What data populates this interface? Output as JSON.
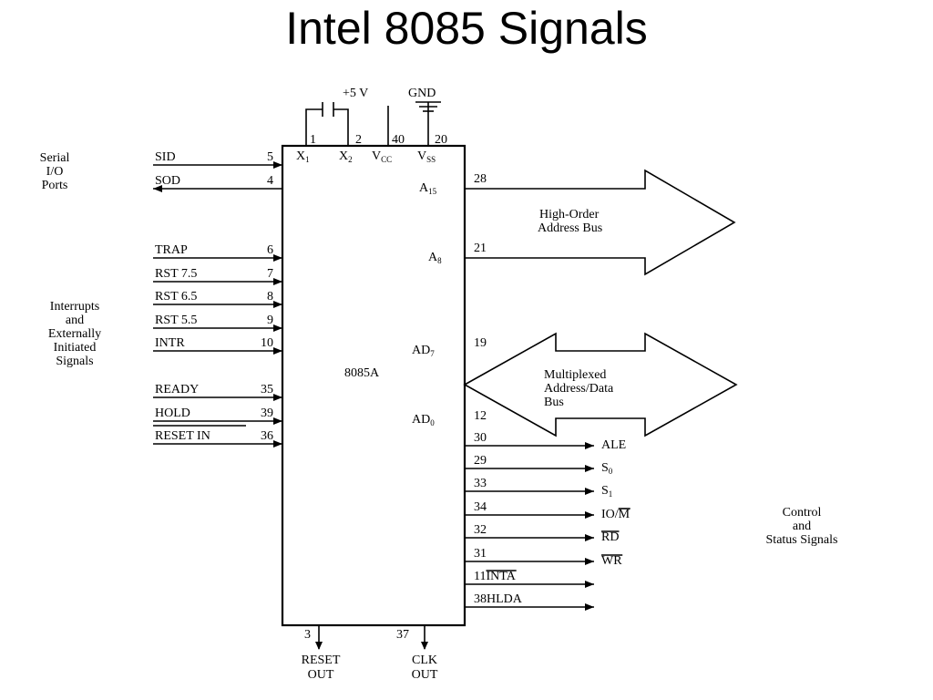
{
  "title": "Intel 8085 Signals",
  "chip": {
    "name": "8085A"
  },
  "power": {
    "vcc_label": "+5 V",
    "gnd_label": "GND"
  },
  "top_pins": [
    {
      "pin": "1",
      "name": "X",
      "sub": "1"
    },
    {
      "pin": "2",
      "name": "X",
      "sub": "2"
    },
    {
      "pin": "40",
      "name": "V",
      "sub": "CC"
    },
    {
      "pin": "20",
      "name": "V",
      "sub": "SS"
    }
  ],
  "left_pins": [
    {
      "name": "SID",
      "pin": "5",
      "dir": "in"
    },
    {
      "name": "SOD",
      "pin": "4",
      "dir": "out"
    },
    {
      "name": "TRAP",
      "pin": "6",
      "dir": "in"
    },
    {
      "name": "RST 7.5",
      "pin": "7",
      "dir": "in"
    },
    {
      "name": "RST 6.5",
      "pin": "8",
      "dir": "in"
    },
    {
      "name": "RST 5.5",
      "pin": "9",
      "dir": "in"
    },
    {
      "name": "INTR",
      "pin": "10",
      "dir": "in"
    },
    {
      "name": "READY",
      "pin": "35",
      "dir": "in"
    },
    {
      "name": "HOLD",
      "pin": "39",
      "dir": "in"
    },
    {
      "name": "RESET IN",
      "pin": "36",
      "dir": "in",
      "overline": true
    }
  ],
  "right_labels": {
    "a15": {
      "name": "A",
      "sub": "15",
      "pin": "28"
    },
    "a8": {
      "name": "A",
      "sub": "8",
      "pin": "21"
    },
    "ad7": {
      "name": "AD",
      "sub": "7",
      "pin": "19"
    },
    "ad0": {
      "name": "AD",
      "sub": "0",
      "pin": "12"
    }
  },
  "right_pins": [
    {
      "pin": "30",
      "name": "ALE"
    },
    {
      "pin": "29",
      "name": "S",
      "sub": "0"
    },
    {
      "pin": "33",
      "name": "S",
      "sub": "1"
    },
    {
      "pin": "34",
      "name": "IO/",
      "over": "M"
    },
    {
      "pin": "32",
      "name": "",
      "over": "RD"
    },
    {
      "pin": "31",
      "name": "",
      "over": "WR"
    },
    {
      "pin": "11",
      "name": "",
      "over": "INTA",
      "inline": true
    },
    {
      "pin": "38",
      "name": "HLDA",
      "inline": true
    }
  ],
  "bottom_pins": [
    {
      "pin": "3",
      "label1": "RESET",
      "label2": "OUT"
    },
    {
      "pin": "37",
      "label1": "CLK",
      "label2": "OUT"
    }
  ],
  "buses": {
    "high": {
      "line1": "High-Order",
      "line2": "Address Bus"
    },
    "mux": {
      "line1": "Multiplexed",
      "line2": "Address/Data",
      "line3": "Bus"
    }
  },
  "groups": {
    "serial": [
      "Serial",
      "I/O",
      "Ports"
    ],
    "interrupts": [
      "Interrupts",
      "and",
      "Externally",
      "Initiated",
      "Signals"
    ],
    "control": [
      "Control",
      "and",
      "Status Signals"
    ]
  }
}
